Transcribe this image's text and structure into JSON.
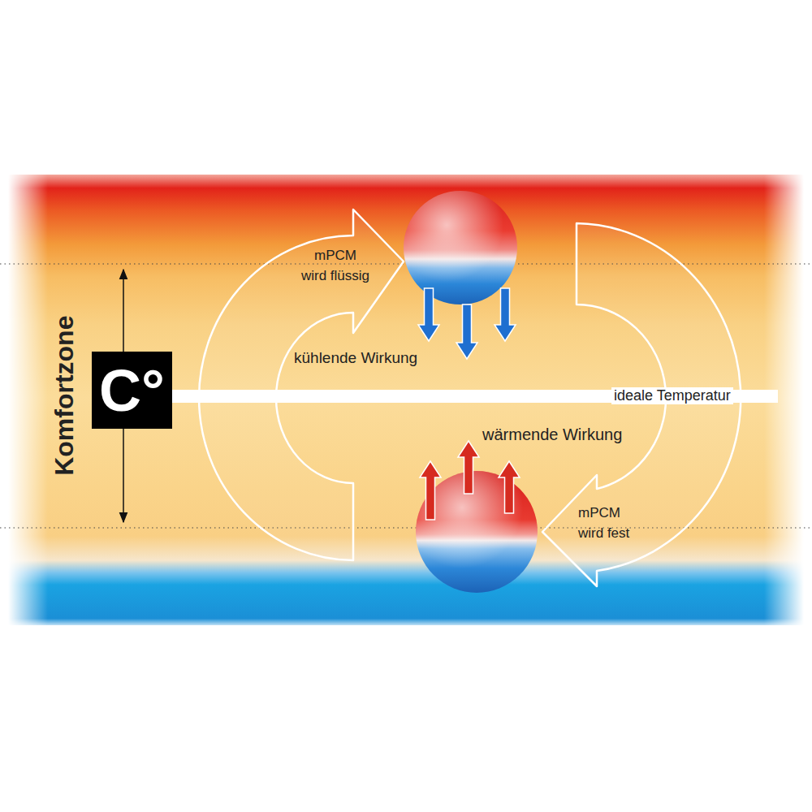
{
  "diagram": {
    "nodes": [
      {
        "text": [
          "C°"
        ]
      }
    ],
    "labels": [
      "mPCM wird flüssig",
      "kühlende Wirkung",
      "ideale Temperatur",
      "wärmende Wirkung",
      "mPCM wird fest",
      "Komfortzone"
    ]
  }
}
